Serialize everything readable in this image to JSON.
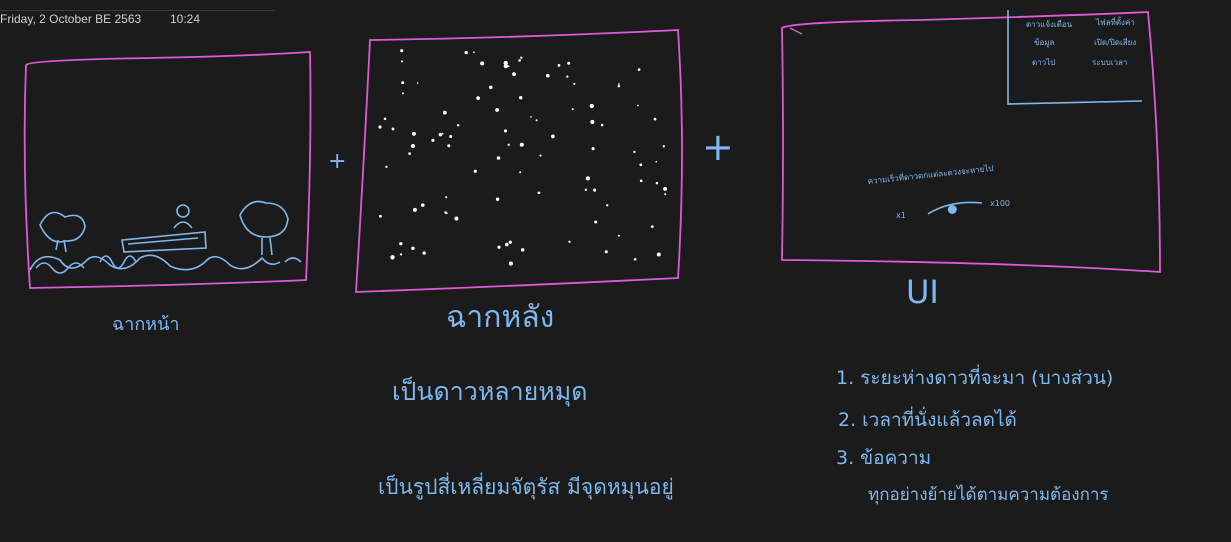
{
  "header": {
    "date": "Friday, 2 October BE 2563",
    "time": "10:24"
  },
  "sketch": {
    "ink_colors": {
      "frame": "#e05ad8",
      "handwriting": "#7fb8ee",
      "stars": "#ffffff"
    },
    "labels": {
      "front_scene": "ฉากหน้า",
      "back_scene": "ฉากหลัง",
      "plus_1": "+",
      "plus_2": "+",
      "ui": "UI"
    },
    "back_scene_notes": [
      "เป็นดาวหลายหมุด",
      "เป็นรูปสี่เหลี่ยมจัตุรัส มีจุดหมุนอยู่"
    ],
    "ui_panel": {
      "menu_left": [
        "ดาวแจ้งเตือน",
        "ข้อมูล",
        "ดาวไป"
      ],
      "menu_right": [
        "ไฟลที่ตั้งค่า",
        "เปิด/ปิดเสียง",
        "ระบบเวลา"
      ],
      "slider_caption": "ความเร็วที่ดาวตกแต่ละดวงจะหายไป",
      "slider_min": "x1",
      "slider_max": "x100",
      "slider_value_fraction": 0.45
    },
    "ui_requirements": [
      "1. ระยะห่างดาวที่จะมา (บางส่วน)",
      "2. เวลาที่นั่งแล้วลดได้",
      "3. ข้อความ"
    ],
    "ui_requirement_note": "ทุกอย่างย้ายได้ตามความต้องการ"
  }
}
